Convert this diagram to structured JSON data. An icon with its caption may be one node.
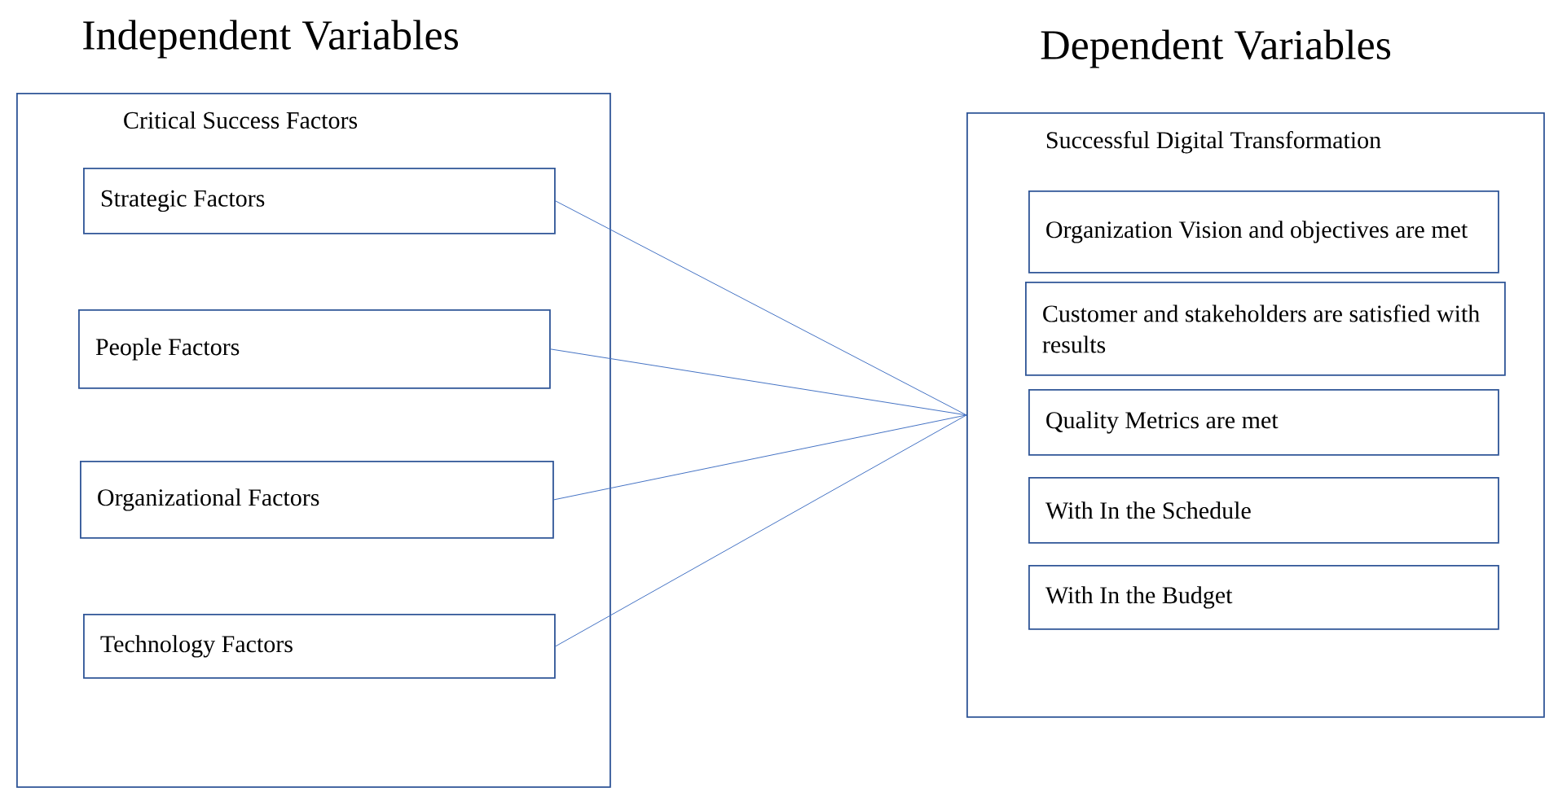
{
  "diagram": {
    "nodes": [
      {
        "text": [
          "Critical Success Factors"
        ]
      },
      {
        "text": [
          "Strategic Factors"
        ],
        "in": 0
      },
      {
        "text": [
          "People Factors"
        ],
        "in": 0
      },
      {
        "text": [
          "Organizational Factors"
        ],
        "in": 0
      },
      {
        "text": [
          "Technology Factors"
        ],
        "in": 0
      },
      {
        "text": [
          "Successful Digital Transformation"
        ]
      },
      {
        "text": [
          "Organization Vision and objectives are met"
        ],
        "in": 5
      },
      {
        "text": [
          "Customer and stakeholders are satisfied with results"
        ],
        "in": 5
      },
      {
        "text": [
          "Quality Metrics are met"
        ],
        "in": 5
      },
      {
        "text": [
          "With In the Schedule"
        ],
        "in": 5
      },
      {
        "text": [
          "With In the Budget"
        ],
        "in": 5
      }
    ],
    "edges": [
      {
        "from": 1,
        "to": 5,
        "arrow": "none"
      },
      {
        "from": 2,
        "to": 5,
        "arrow": "none"
      },
      {
        "from": 3,
        "to": 5,
        "arrow": "none"
      },
      {
        "from": 4,
        "to": 5,
        "arrow": "none"
      }
    ],
    "labels": [
      "Independent Variables",
      "Dependent Variables"
    ]
  }
}
